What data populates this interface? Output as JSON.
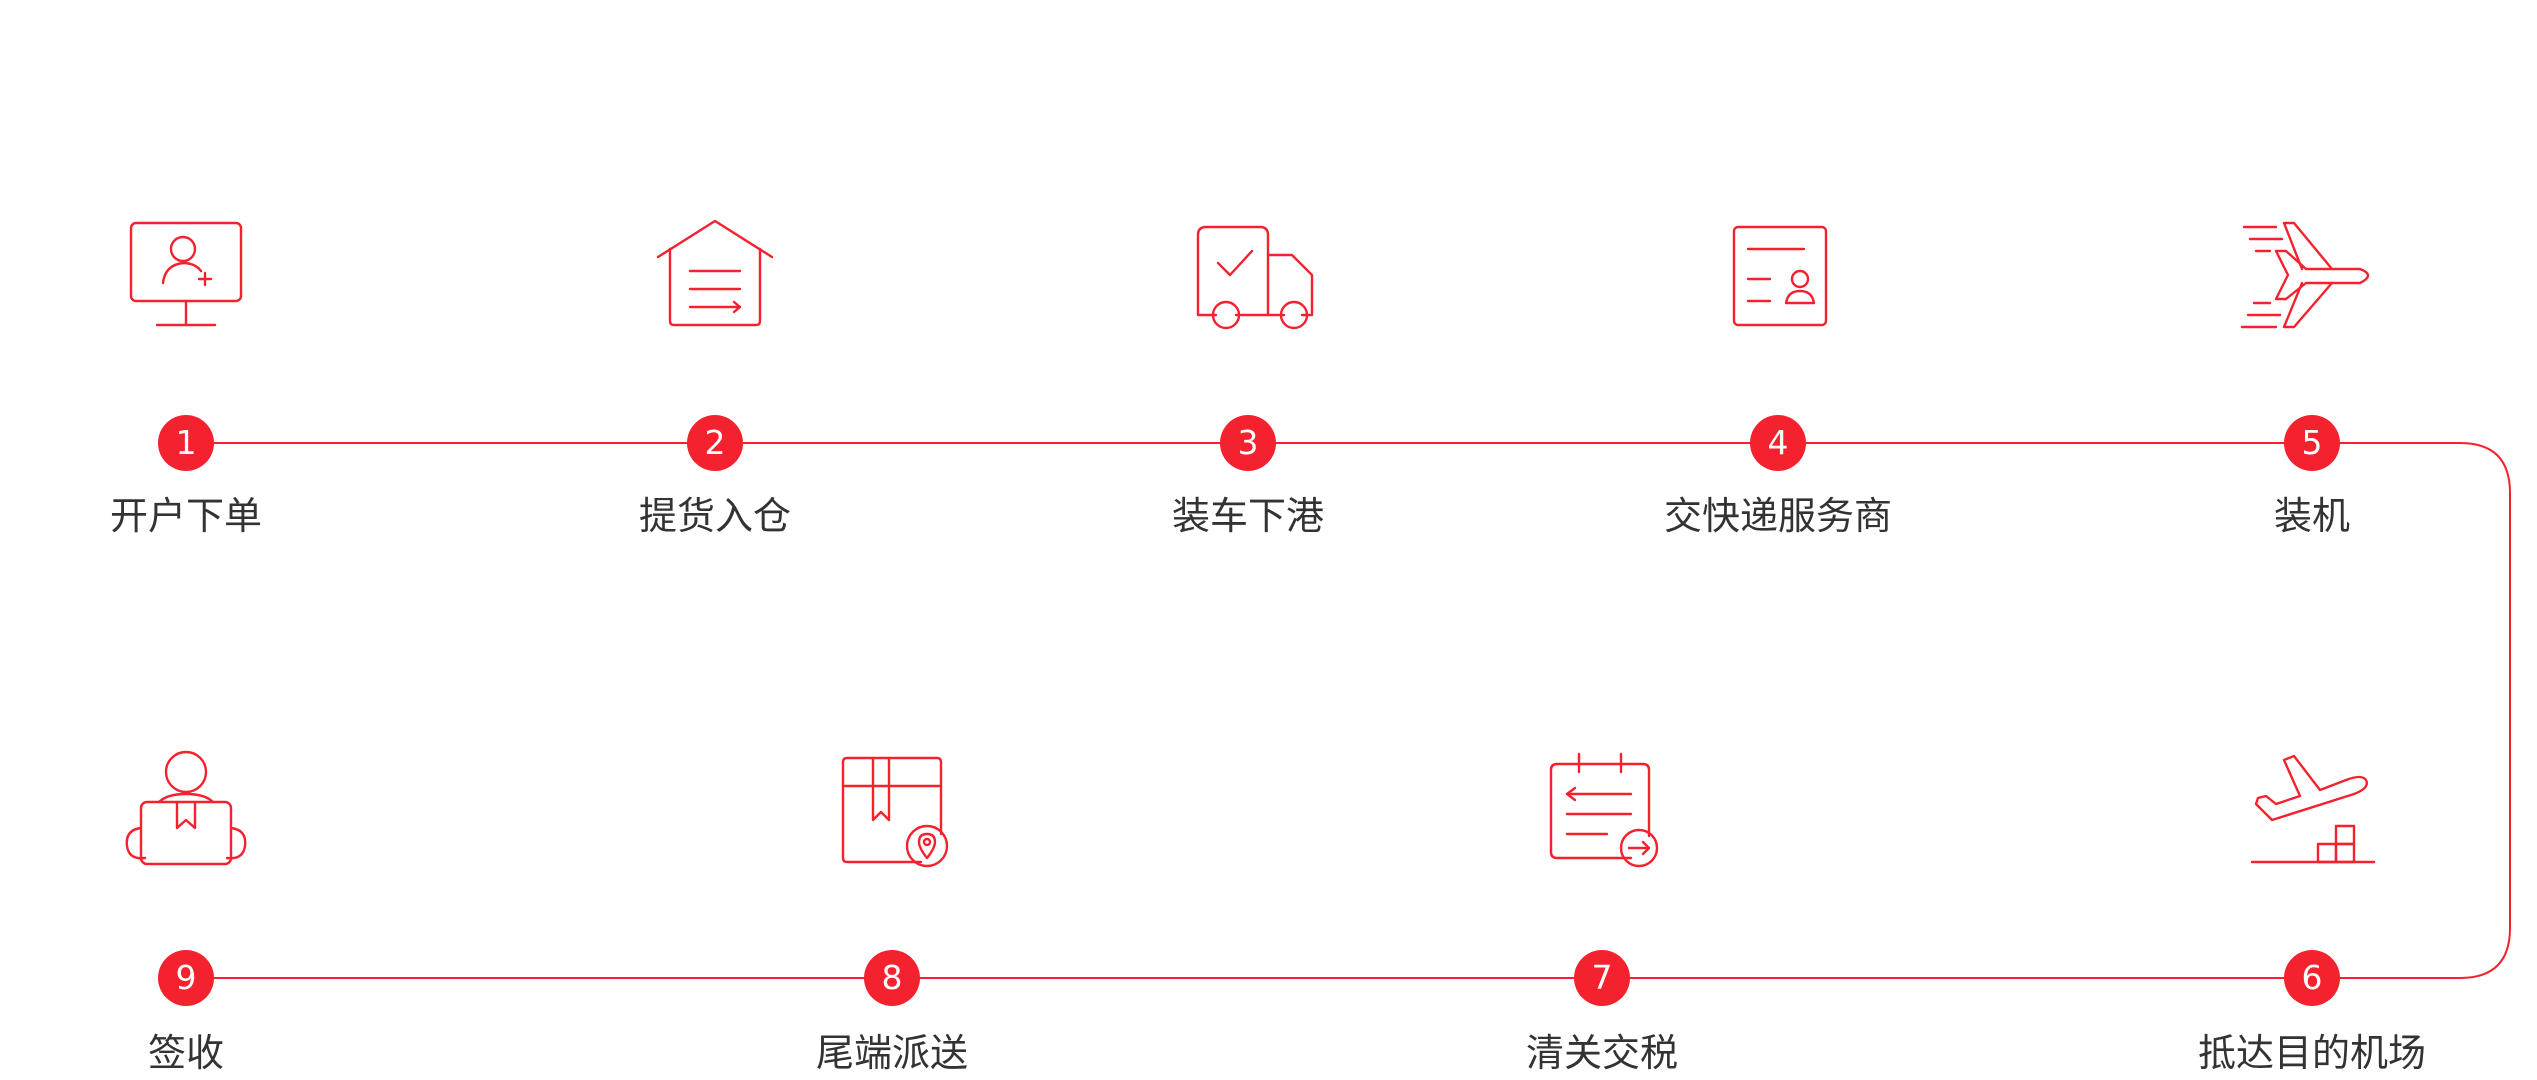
{
  "colors": {
    "accent": "#f4222e",
    "text": "#333333",
    "background": "#ffffff"
  },
  "steps": [
    {
      "number": "1",
      "label": "开户下单",
      "icon": "monitor-user-icon"
    },
    {
      "number": "2",
      "label": "提货入仓",
      "icon": "warehouse-icon"
    },
    {
      "number": "3",
      "label": "装车下港",
      "icon": "truck-check-icon"
    },
    {
      "number": "4",
      "label": "交快递服务商",
      "icon": "document-user-icon"
    },
    {
      "number": "5",
      "label": "装机",
      "icon": "airplane-icon"
    },
    {
      "number": "6",
      "label": "抵达目的机场",
      "icon": "plane-landing-icon"
    },
    {
      "number": "7",
      "label": "清关交税",
      "icon": "calendar-transfer-icon"
    },
    {
      "number": "8",
      "label": "尾端派送",
      "icon": "package-location-icon"
    },
    {
      "number": "9",
      "label": "签收",
      "icon": "person-package-icon"
    }
  ]
}
